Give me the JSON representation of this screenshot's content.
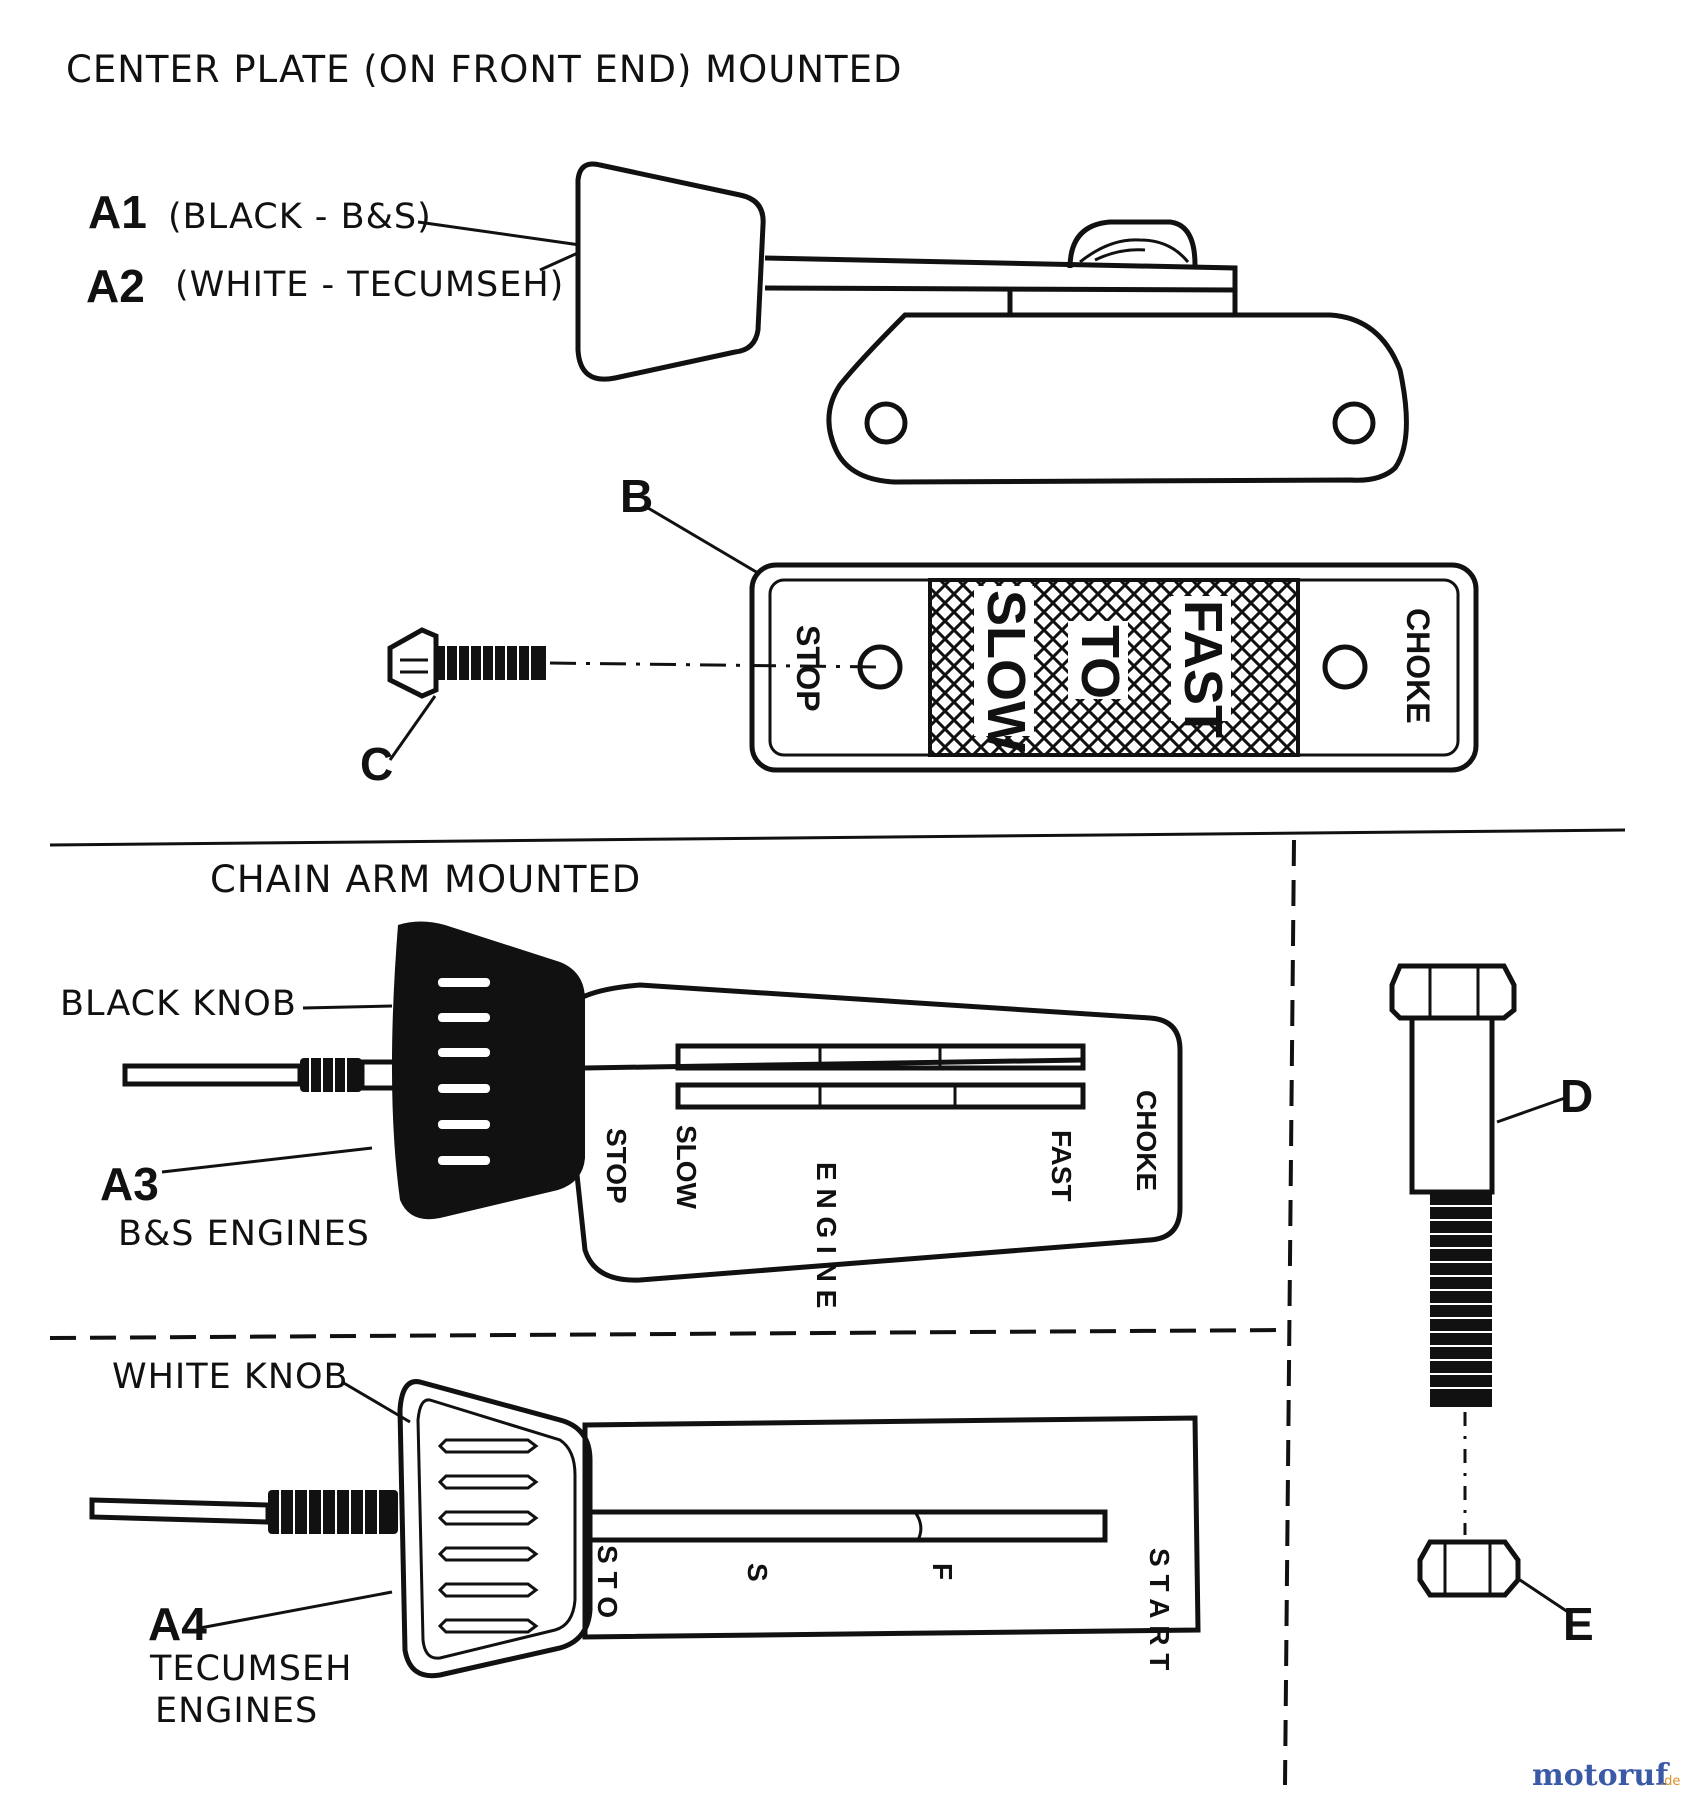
{
  "sections": {
    "center_plate_title": "CENTER PLATE (ON FRONT END) MOUNTED",
    "chain_arm_title": "CHAIN ARM MOUNTED"
  },
  "callouts": {
    "a1_code": "A1",
    "a1_desc": "(BLACK - B&S)",
    "a2_code": "A2",
    "a2_desc": "(WHITE - TECUMSEH)",
    "b": "B",
    "c": "C",
    "d": "D",
    "e": "E",
    "black_knob": "BLACK KNOB",
    "a3_code": "A3",
    "a3_desc": "B&S ENGINES",
    "white_knob": "WHITE KNOB",
    "a4_code": "A4",
    "a4_desc_line1": "TECUMSEH",
    "a4_desc_line2": "ENGINES"
  },
  "plate_b": {
    "stop": "STOP",
    "fast": "FAST",
    "to": "TO",
    "slow": "SLOW",
    "choke": "CHOKE"
  },
  "plate_a3": {
    "stop": "STOP",
    "slow": "SLOW",
    "engine": "E N G I N E",
    "fast": "FAST",
    "choke": "CHOKE"
  },
  "plate_a4": {
    "stop": "S T O",
    "s": "S",
    "f": "F",
    "start": "S T A R T"
  },
  "watermark": {
    "brand": "motoruf",
    "tld": ".de"
  },
  "colors": {
    "ink": "#111111",
    "paper": "#ffffff",
    "watermark_blue": "#3a5aa8",
    "watermark_orange": "#e0902a"
  }
}
